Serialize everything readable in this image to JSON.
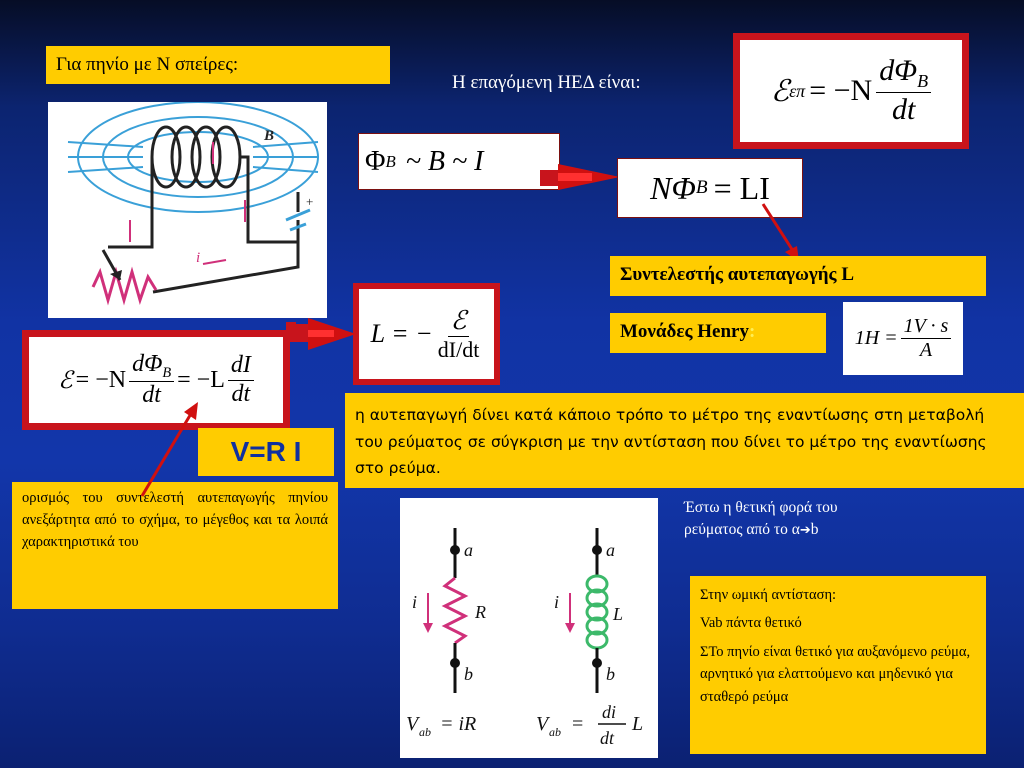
{
  "title_box": {
    "text": "Για πηνίο με Ν σπείρες:"
  },
  "induced_emf_label": "Η επαγόμενη ΗΕΔ είναι:",
  "formulas": {
    "emf_induced": {
      "E": "ℰ",
      "E_sub": "επ",
      "eq": "= −N",
      "num": "dΦ",
      "num_sub": "B",
      "den": "dt"
    },
    "flux_prop": {
      "phi": "Φ",
      "phi_sub": "B",
      "rest": "~ B ~ I"
    },
    "nphi": {
      "left": "NΦ",
      "left_sub": "B",
      "right": "= LI"
    },
    "L_def": {
      "left": "L = −",
      "num": "ℰ",
      "den_a": "dI",
      "den_b": "dt"
    },
    "emf_self": {
      "E": "ℰ",
      "eq1": "= −N",
      "num1": "dΦ",
      "num1_sub": "B",
      "den1": "dt",
      "eq2": "= −L",
      "num2": "dI",
      "den2": "dt"
    },
    "henry": {
      "left": "1H =",
      "num": "1V · s",
      "den": "A"
    }
  },
  "coefficient_label": "Συντελεστής αυτεπαγωγής L",
  "units_label": "Μονάδες Henry",
  "units_colon": ":",
  "vri_label": "V=R I",
  "definition_note": "ορισμός του συντελεστή αυτεπαγωγής πηνίου ανεξάρτητα από το σχήμα, το μέγεθος και τα λοιπά χαρακτηριστικά του",
  "explanation": "η αυτεπαγωγή δίνει κατά κάποιο τρόπο το μέτρο της εναντίωσης στη μεταβολή του ρεύματος σε σύγκριση με την αντίσταση που δίνει το μέτρο της εναντίωσης στο ρεύμα.",
  "direction_note": {
    "line1": "Έστω η θετική φορά του",
    "line2_a": "ρεύματος από το α",
    "arrow": "➔",
    "line2_b": "b"
  },
  "ohmic_box": {
    "line1": "Στην ωμική αντίσταση:",
    "line2": "Vab πάντα θετικό",
    "line3": "ΣΤο πηνίο είναι θετικό για αυξανόμενο ρεύμα, αρνητικό για ελαττούμενο και μηδενικό για σταθερό ρεύμα"
  },
  "coil_figure": {
    "b_label": "B",
    "i_label": "i"
  },
  "circuit_figure": {
    "a1": "a",
    "b1": "b",
    "i1": "i",
    "R": "R",
    "a2": "a",
    "b2": "b",
    "i2": "i",
    "L": "L",
    "vab1_left": "V",
    "vab1_sub": "ab",
    "vab1_right": "= iR",
    "vab2_left": "V",
    "vab2_sub": "ab",
    "vab2_eq": "=",
    "vab2_num": "di",
    "vab2_den": "dt",
    "vab2_right": "L"
  },
  "colors": {
    "yellow": "#ffcc00",
    "red_frame": "#c8141c",
    "arrow_red": "#d01010",
    "coil_blue": "#3aa0d8",
    "resistor_pink": "#d0307a",
    "inductor_green": "#3cb96a"
  }
}
